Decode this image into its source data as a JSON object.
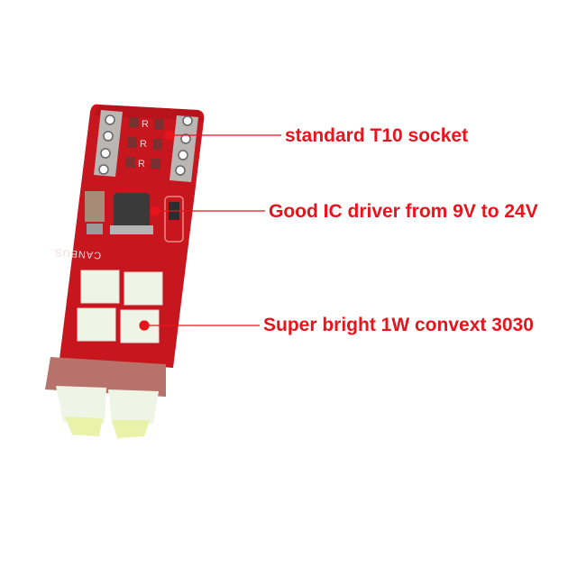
{
  "product": {
    "board_marking": "CANBUS",
    "resistor_marking": "R",
    "colors": {
      "pcb": "#c8161e",
      "led": "#f4f8ee",
      "label": "#e8141c"
    }
  },
  "callouts": [
    {
      "text": "standard T10 socket"
    },
    {
      "text": "Good IC driver from 9V to 24V"
    },
    {
      "text": "Super bright 1W convext 3030"
    }
  ]
}
